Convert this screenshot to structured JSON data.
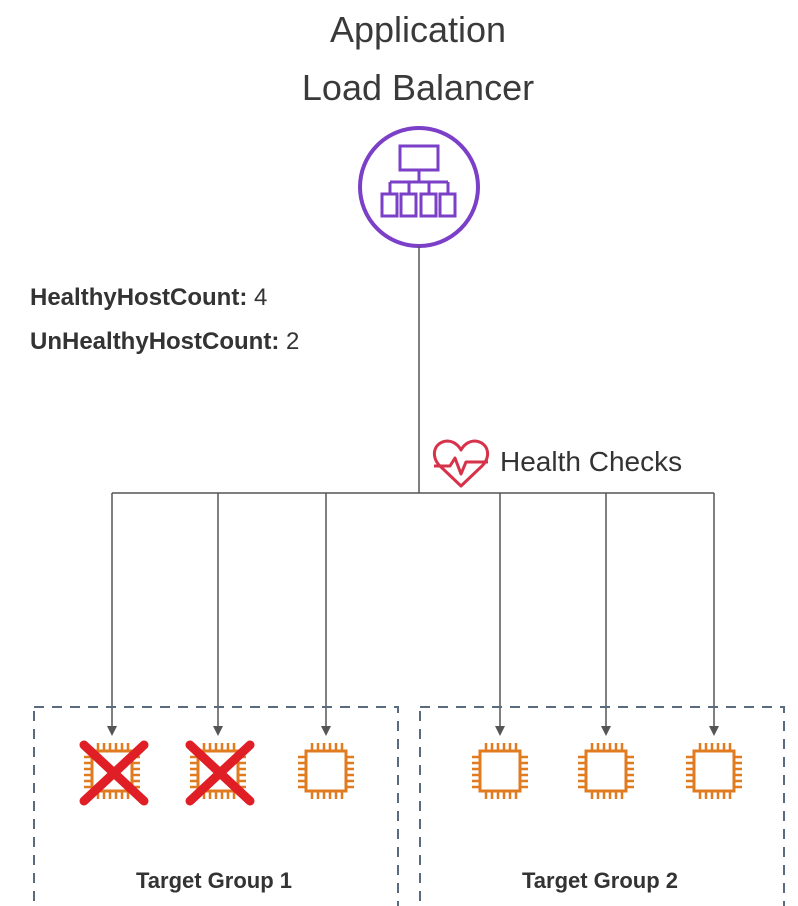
{
  "title": {
    "line1": "Application",
    "line2": "Load Balancer"
  },
  "metrics": {
    "healthy_label": "HealthyHostCount:",
    "healthy_value": "4",
    "unhealthy_label": "UnHealthyHostCount:",
    "unhealthy_value": "2"
  },
  "health_checks_label": "Health Checks",
  "target_groups": [
    {
      "label": "Target Group 1",
      "instances": [
        {
          "status": "unhealthy"
        },
        {
          "status": "unhealthy"
        },
        {
          "status": "healthy"
        }
      ]
    },
    {
      "label": "Target Group 2",
      "instances": [
        {
          "status": "healthy"
        },
        {
          "status": "healthy"
        },
        {
          "status": "healthy"
        }
      ]
    }
  ],
  "colors": {
    "alb": "#7b3fc8",
    "instance": "#e07b20",
    "unhealthy_mark": "#e01e25",
    "heart": "#d6334a",
    "lines": "#555555",
    "group_border": "#5a6b80"
  },
  "icons": {
    "load_balancer": "alb-icon",
    "instance": "ec2-instance-icon",
    "health": "heart-pulse-icon",
    "unhealthy": "red-x-icon"
  }
}
